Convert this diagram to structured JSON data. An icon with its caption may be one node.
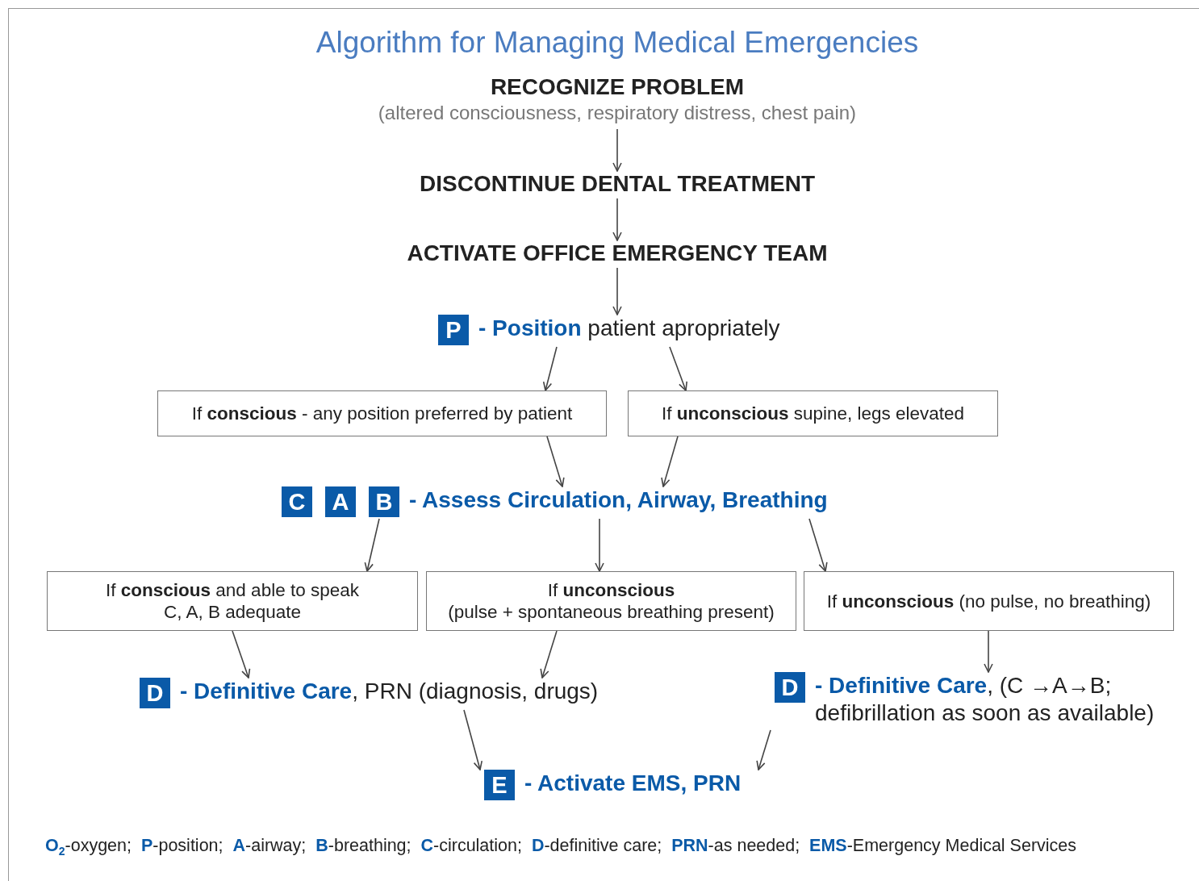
{
  "diagram": {
    "title": "Algorithm for Managing Medical Emergencies",
    "nodes": [
      {
        "text": [
          "RECOGNIZE PROBLEM",
          "(altered consciousness, respiratory distress, chest pain)"
        ]
      },
      {
        "text": [
          "DISCONTINUE DENTAL TREATMENT"
        ]
      },
      {
        "text": [
          "ACTIVATE OFFICE EMERGENCY TEAM"
        ]
      },
      {
        "text": [
          "P",
          "**- Position** patient apropriately"
        ]
      },
      {
        "text": [
          "If **conscious** - any position preferred by patient"
        ]
      },
      {
        "text": [
          "If **unconscious** supine, legs elevated"
        ]
      },
      {
        "text": [
          "C",
          "A",
          "B",
          "- Assess Circulation, Airway, Breathing"
        ]
      },
      {
        "text": [
          "If **conscious** and able to speak C, A, B adequate"
        ]
      },
      {
        "text": [
          "If **unconscious**",
          "(pulse + spontaneous breathing present)"
        ]
      },
      {
        "text": [
          "If **unconscious** (no pulse, no breathing)"
        ]
      },
      {
        "text": [
          "D",
          "**- Definitive Care**, PRN (diagnosis, drugs)"
        ]
      },
      {
        "text": [
          "D",
          "**- Definitive Care**, (C →A→B; defibrillation as soon as available)"
        ]
      },
      {
        "text": [
          "E",
          "- Activate EMS, PRN"
        ]
      }
    ],
    "edges": [
      {
        "from": 0,
        "to": 1,
        "arrow": "to"
      },
      {
        "from": 1,
        "to": 2,
        "arrow": "to"
      },
      {
        "from": 2,
        "to": 3,
        "arrow": "to"
      },
      {
        "from": 3,
        "to": 4,
        "arrow": "to"
      },
      {
        "from": 3,
        "to": 5,
        "arrow": "to"
      },
      {
        "from": 4,
        "to": 6,
        "arrow": "to"
      },
      {
        "from": 5,
        "to": 6,
        "arrow": "to"
      },
      {
        "from": 6,
        "to": 7,
        "arrow": "to"
      },
      {
        "from": 6,
        "to": 8,
        "arrow": "to"
      },
      {
        "from": 6,
        "to": 9,
        "arrow": "to"
      },
      {
        "from": 7,
        "to": 10,
        "arrow": "to"
      },
      {
        "from": 8,
        "to": 10,
        "arrow": "to"
      },
      {
        "from": 9,
        "to": 11,
        "arrow": "to"
      },
      {
        "from": 10,
        "to": 12,
        "arrow": "to"
      },
      {
        "from": 11,
        "to": 12,
        "arrow": "to"
      }
    ],
    "labels": [
      "**O**$_{2}$-oxygen;  **P**-position;  **A**-airway;  **B**-breathing;  **C**-circulation;  **D**-definitive care;  **PRN**-as needed;  **EMS**-Emergency Medical Services"
    ]
  }
}
